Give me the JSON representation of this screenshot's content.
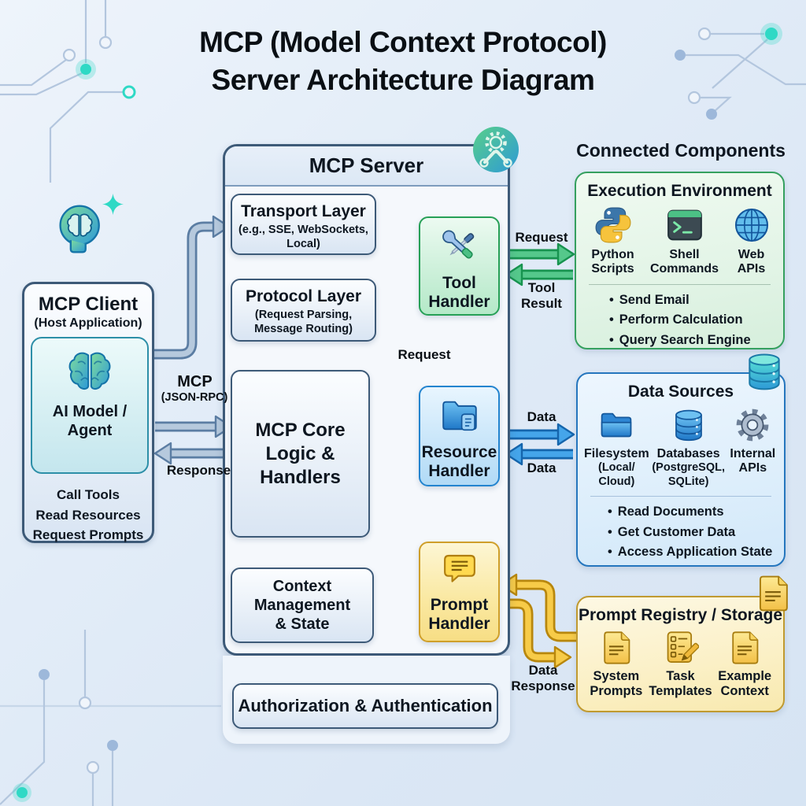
{
  "title": {
    "line1": "MCP (Model Context Protocol)",
    "line2": "Server Architecture Diagram"
  },
  "glyphs": {
    "bullet": "•"
  },
  "client": {
    "title": "MCP Client",
    "subtitle": "(Host Application)",
    "agent": {
      "label": "AI Model / Agent",
      "icon": "brain-icon"
    },
    "capabilities": [
      "Call Tools",
      "Read Resources",
      "Request Prompts"
    ],
    "decor_icon": "head-brain-icon",
    "decor_sparkle": "sparkle-icon"
  },
  "client_server_link": {
    "protocol": "MCP",
    "protocol_sub": "(JSON-RPC)",
    "response": "Response"
  },
  "server": {
    "title": "MCP Server",
    "badge_icon": "tools-gear-badge-icon",
    "transport": {
      "title": "Transport Layer",
      "subtitle": "(e.g., SSE, WebSockets, Local)"
    },
    "protocol": {
      "title": "Protocol Layer",
      "subtitle": "(Request Parsing, Message Routing)"
    },
    "core": {
      "title": "MCP Core Logic & Handlers"
    },
    "context": {
      "title": "Context Management & State"
    },
    "auth": {
      "title": "Authorization & Authentication"
    },
    "handlers": {
      "tool": {
        "label": "Tool Handler",
        "icon": "crossed-tools-icon"
      },
      "resource": {
        "label": "Resource Handler",
        "icon": "folder-resource-icon"
      },
      "prompt": {
        "label": "Prompt Handler",
        "icon": "chat-bubble-icon"
      }
    }
  },
  "links": {
    "tool_request": "Request",
    "tool_result": "Tool Result",
    "core_handler_request": "Request",
    "data_out": "Data",
    "data_in": "Data",
    "data_response": "Data Response"
  },
  "connected": {
    "heading": "Connected Components",
    "execution": {
      "title": "Execution Environment",
      "items": [
        {
          "icon": "python-icon",
          "label": "Python Scripts"
        },
        {
          "icon": "terminal-icon",
          "label": "Shell Commands"
        },
        {
          "icon": "globe-icon",
          "label": "Web APIs"
        }
      ],
      "bullets": [
        "Send Email",
        "Perform Calculation",
        "Query Search Engine"
      ]
    },
    "data_sources": {
      "title": "Data Sources",
      "corner_icon": "database-stack-icon",
      "items": [
        {
          "icon": "folder-icon",
          "label": "Filesystem",
          "sub": "(Local/ Cloud)"
        },
        {
          "icon": "database-icon",
          "label": "Databases",
          "sub": "(PostgreSQL, SQLite)"
        },
        {
          "icon": "gear-icon",
          "label": "Internal APIs",
          "sub": ""
        }
      ],
      "bullets": [
        "Read Documents",
        "Get Customer Data",
        "Access Application State"
      ]
    },
    "registry": {
      "title": "Prompt Registry / Storage",
      "corner_icon": "document-icon",
      "items": [
        {
          "icon": "document-icon",
          "label": "System Prompts"
        },
        {
          "icon": "task-checklist-icon",
          "label": "Task Templates"
        },
        {
          "icon": "document-icon",
          "label": "Example Context"
        }
      ]
    }
  },
  "colors": {
    "arrow_gray": "#5b7da3",
    "arrow_green": "#17934f",
    "arrow_blue": "#1565ac",
    "arrow_yellow": "#b8870d",
    "accent_teal": "#2fd9c5",
    "border_dark": "#3d5a78"
  }
}
